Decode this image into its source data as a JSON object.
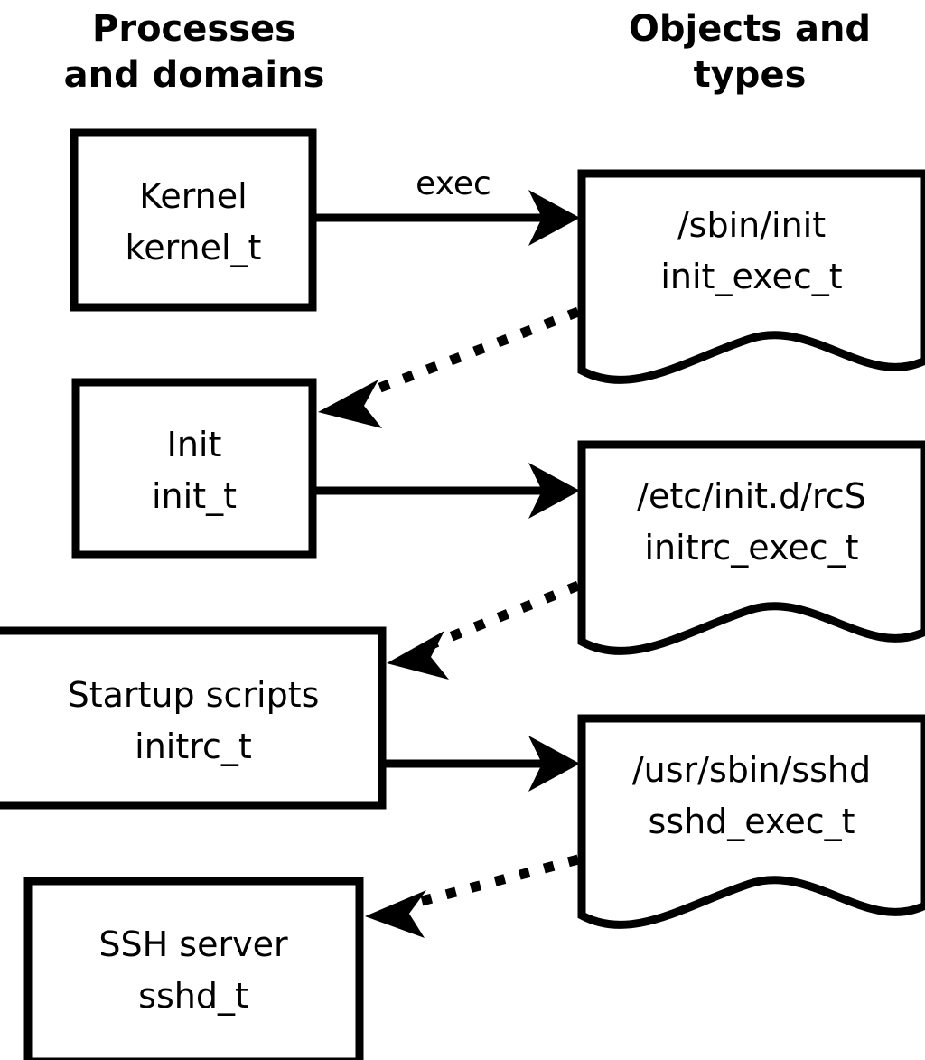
{
  "diagram": {
    "title_left": "Processes\nand domains",
    "headers": {
      "left_line1": "Processes",
      "left_line2": "and domains",
      "right_line1": "Objects and",
      "right_line2": "types"
    },
    "colors": {
      "stroke": "#000000",
      "fill": "#ffffff",
      "background": "#ffffff"
    },
    "process_nodes": [
      {
        "id": "kernel",
        "line1": "Kernel",
        "line2": "kernel_t"
      },
      {
        "id": "init",
        "line1": "Init",
        "line2": "init_t"
      },
      {
        "id": "initrc",
        "line1": "Startup scripts",
        "line2": "initrc_t"
      },
      {
        "id": "sshd",
        "line1": "SSH server",
        "line2": "sshd_t"
      }
    ],
    "object_nodes": [
      {
        "id": "init_exec",
        "line1": "/sbin/init",
        "line2": "init_exec_t"
      },
      {
        "id": "initrc_exec",
        "line1": "/etc/init.d/rcS",
        "line2": "initrc_exec_t"
      },
      {
        "id": "sshd_exec",
        "line1": "/usr/sbin/sshd",
        "line2": "sshd_exec_t"
      }
    ],
    "edges": [
      {
        "id": "kernel-exec-init_exec",
        "from": "kernel",
        "to": "init_exec",
        "style": "solid",
        "label": "exec"
      },
      {
        "id": "init_exec-transition-init",
        "from": "init_exec",
        "to": "init",
        "style": "dotted",
        "label": ""
      },
      {
        "id": "init-exec-initrc_exec",
        "from": "init",
        "to": "initrc_exec",
        "style": "solid",
        "label": ""
      },
      {
        "id": "initrc_exec-transition-initrc",
        "from": "initrc_exec",
        "to": "initrc",
        "style": "dotted",
        "label": ""
      },
      {
        "id": "initrc-exec-sshd_exec",
        "from": "initrc",
        "to": "sshd_exec",
        "style": "solid",
        "label": ""
      },
      {
        "id": "sshd_exec-transition-sshd",
        "from": "sshd_exec",
        "to": "sshd",
        "style": "dotted",
        "label": ""
      }
    ]
  }
}
